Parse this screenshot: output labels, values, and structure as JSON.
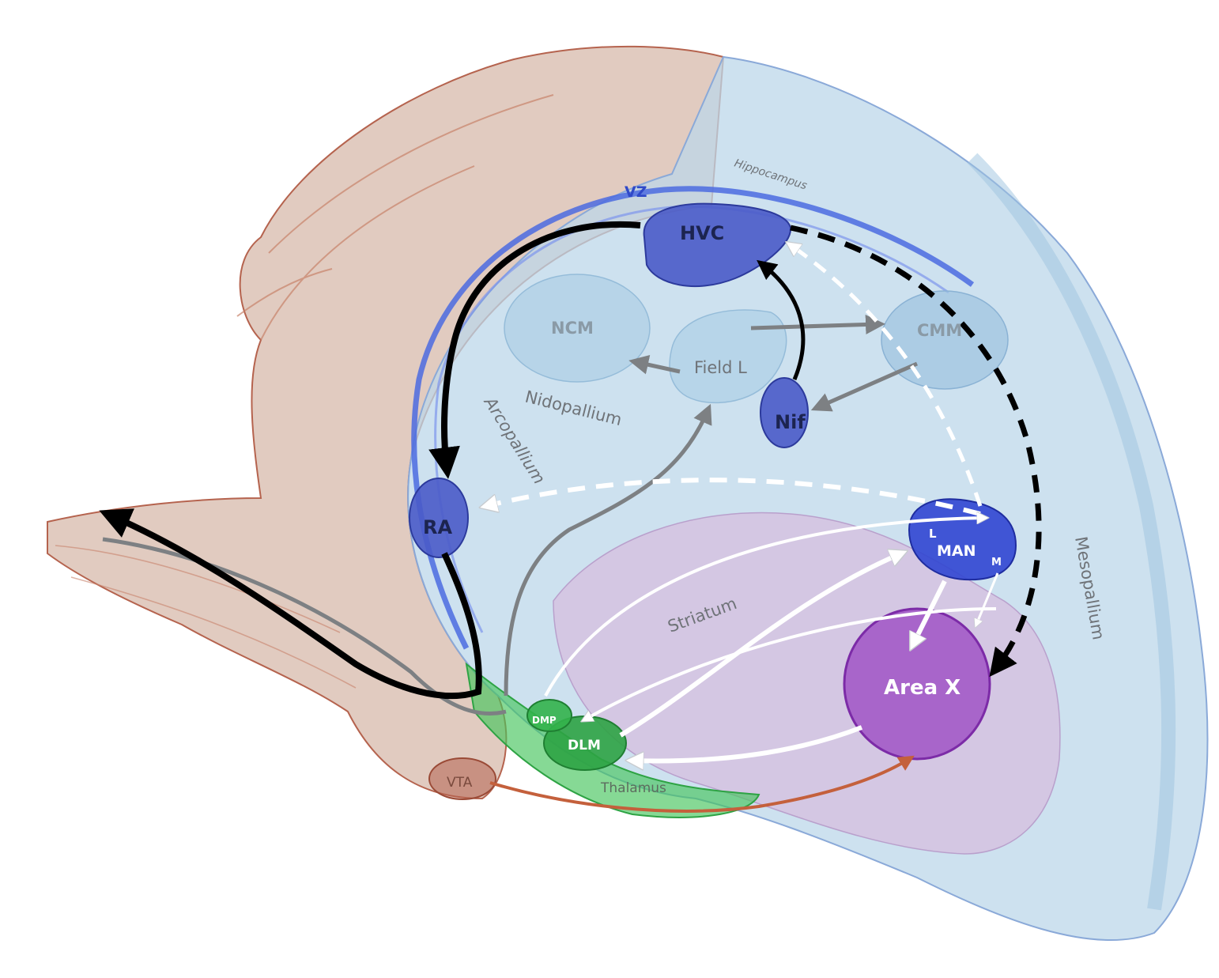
{
  "labels": {
    "hvc": "HVC",
    "vz": "VZ",
    "hippocampus": "Hippocampus",
    "ncm": "NCM",
    "cmm": "CMM",
    "field_l": "Field L",
    "nidopallium": "Nidopallium",
    "arcopallium": "Arcopallium",
    "nif": "Nif",
    "ra": "RA",
    "man_l": "L",
    "man": "MAN",
    "man_m": "M",
    "mesopallium": "Mesopallium",
    "striatum": "Striatum",
    "area_x": "Area X",
    "dmp": "DMP",
    "dlm": "DLM",
    "thalamus": "Thalamus",
    "vta": "VTA"
  },
  "colors": {
    "cerebellum_brainstem": "#c9a08c",
    "telencephalon": "#bcd7ea",
    "song_nucleus": "#4a5bc8",
    "vz_line": "#4b6be0",
    "striatum": "#d6c0e0",
    "area_x": "#a054c6",
    "thalamus": "#45c45c",
    "motor_pathway": "#000000",
    "afp_pathway": "#ffffff",
    "auditory_pathway": "#808285",
    "dopamine_pathway": "#c4603c"
  }
}
